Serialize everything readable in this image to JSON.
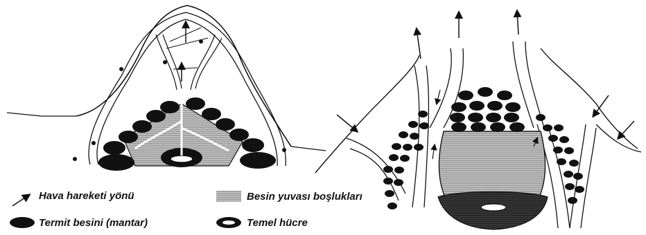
{
  "legend": {
    "air_direction": "Hava hareketi yönü",
    "food_nest_cavities": "Besin yuvası boşlukları",
    "termite_food": "Termit besini (mantar)",
    "base_cell": "Temel hücre"
  },
  "colors": {
    "ink": "#111111",
    "hatch": "#9a9a9a",
    "tunnel_fill": "#ffffff"
  },
  "icons": [
    "arrow-icon",
    "hatch-swatch-icon",
    "fungus-blob-icon",
    "ring-cell-icon"
  ]
}
